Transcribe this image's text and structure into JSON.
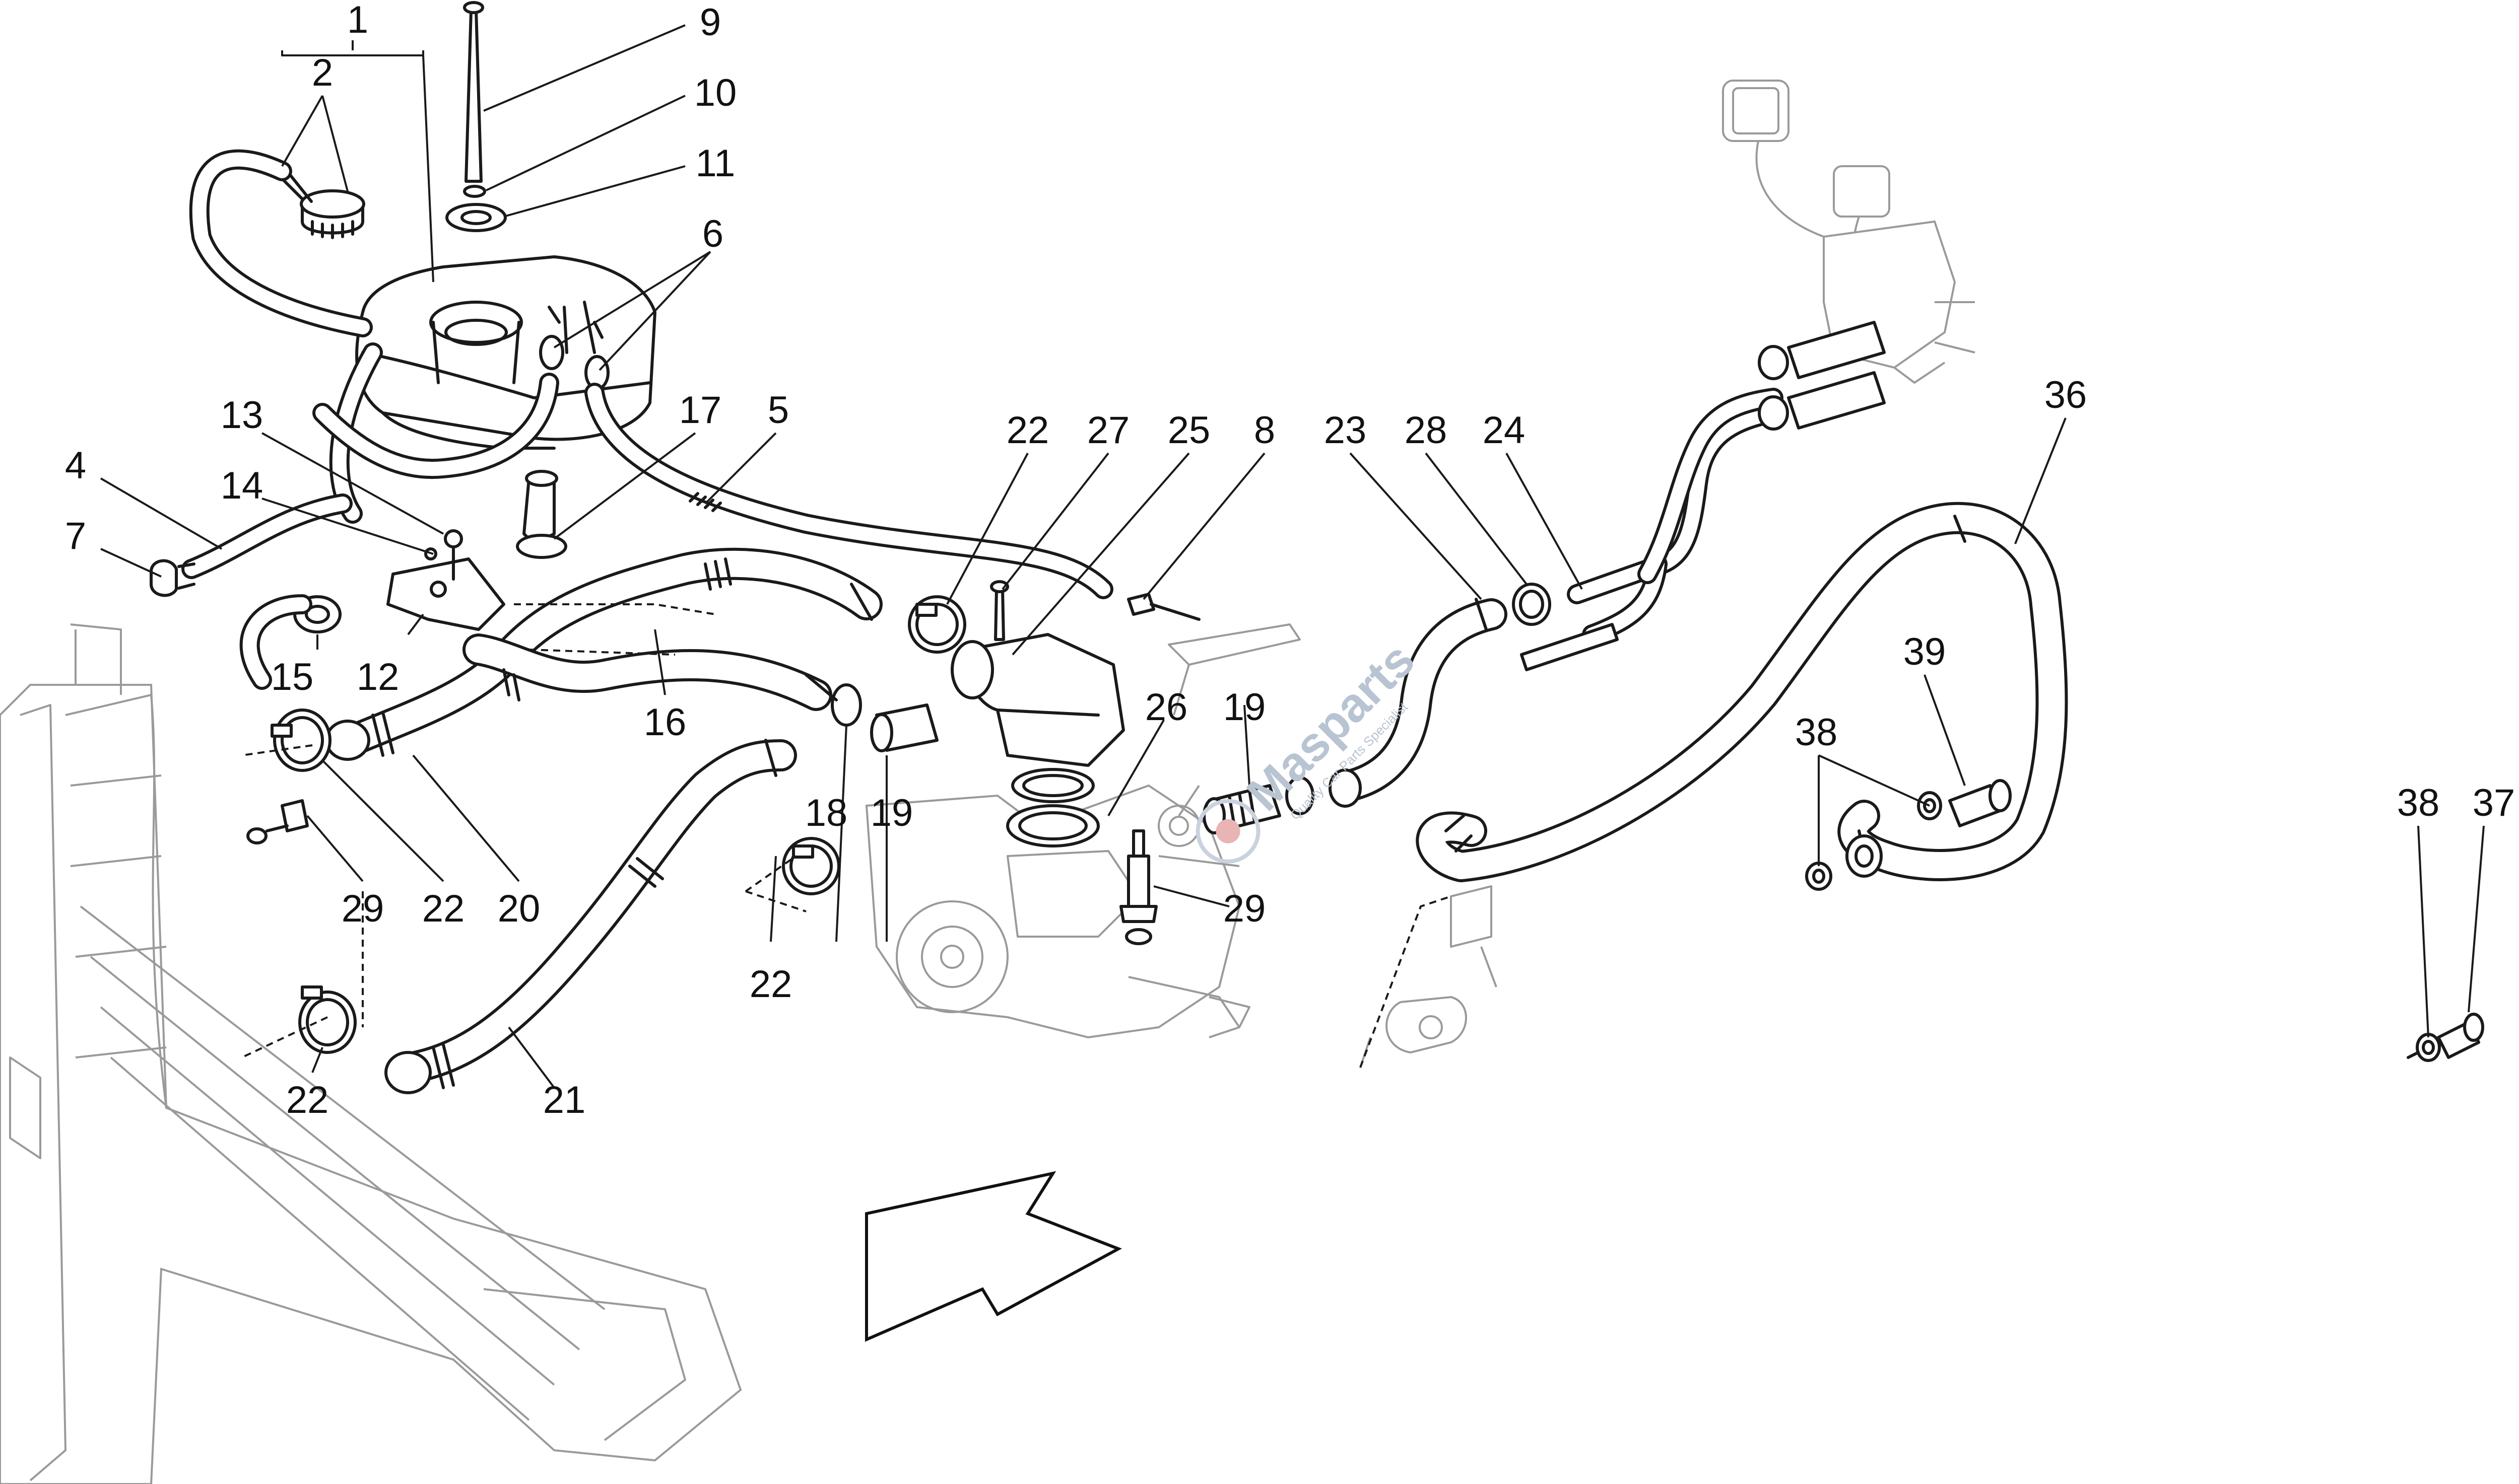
{
  "diagram": {
    "callouts": [
      "1",
      "2",
      "9",
      "10",
      "11",
      "6",
      "13",
      "14",
      "4",
      "7",
      "15",
      "12",
      "17",
      "5",
      "16",
      "20",
      "22",
      "29",
      "21",
      "18",
      "19",
      "27",
      "25",
      "8",
      "26",
      "23",
      "28",
      "24",
      "36",
      "39",
      "38",
      "37"
    ]
  },
  "watermark": {
    "brand": "Masparts",
    "tagline": "Quality Car Parts Specialist"
  },
  "colors": {
    "line": "#1a1a1a",
    "ghost": "#9a9a9a",
    "watermark": "#b9c4d2",
    "background": "#ffffff"
  }
}
